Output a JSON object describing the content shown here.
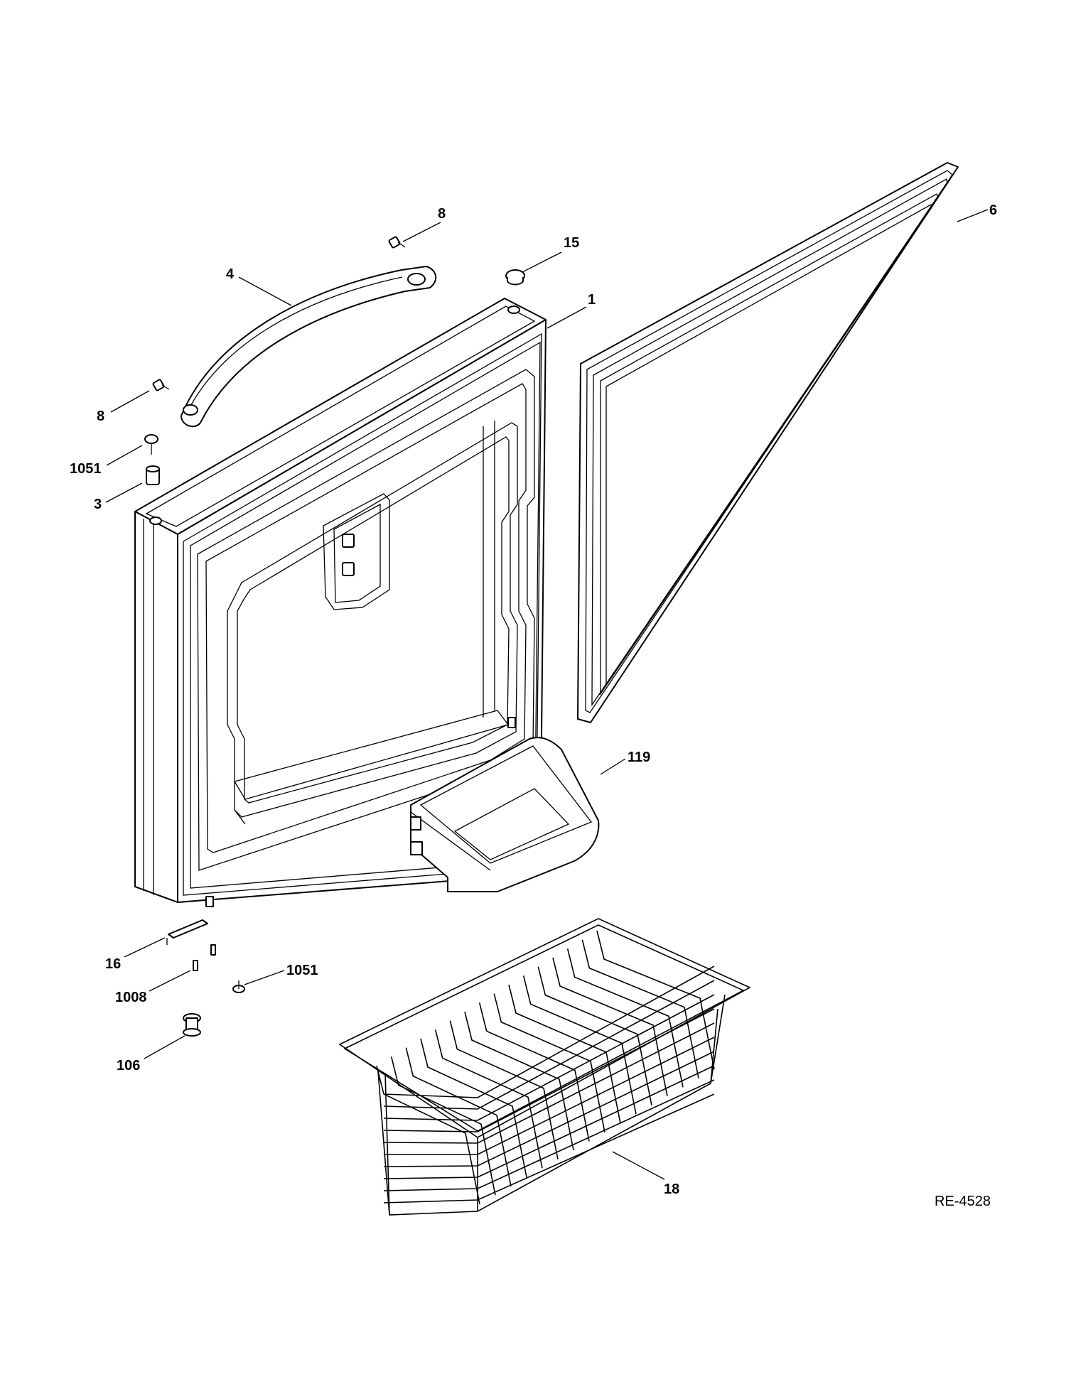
{
  "diagram": {
    "drawing_code": "RE-4528",
    "callouts": {
      "part_8_top": "8",
      "part_15": "15",
      "part_6": "6",
      "part_4": "4",
      "part_1": "1",
      "part_8_left": "8",
      "part_1051_upper": "1051",
      "part_3": "3",
      "part_119": "119",
      "part_16": "16",
      "part_1008": "1008",
      "part_1051_lower": "1051",
      "part_106": "106",
      "part_18": "18"
    }
  }
}
